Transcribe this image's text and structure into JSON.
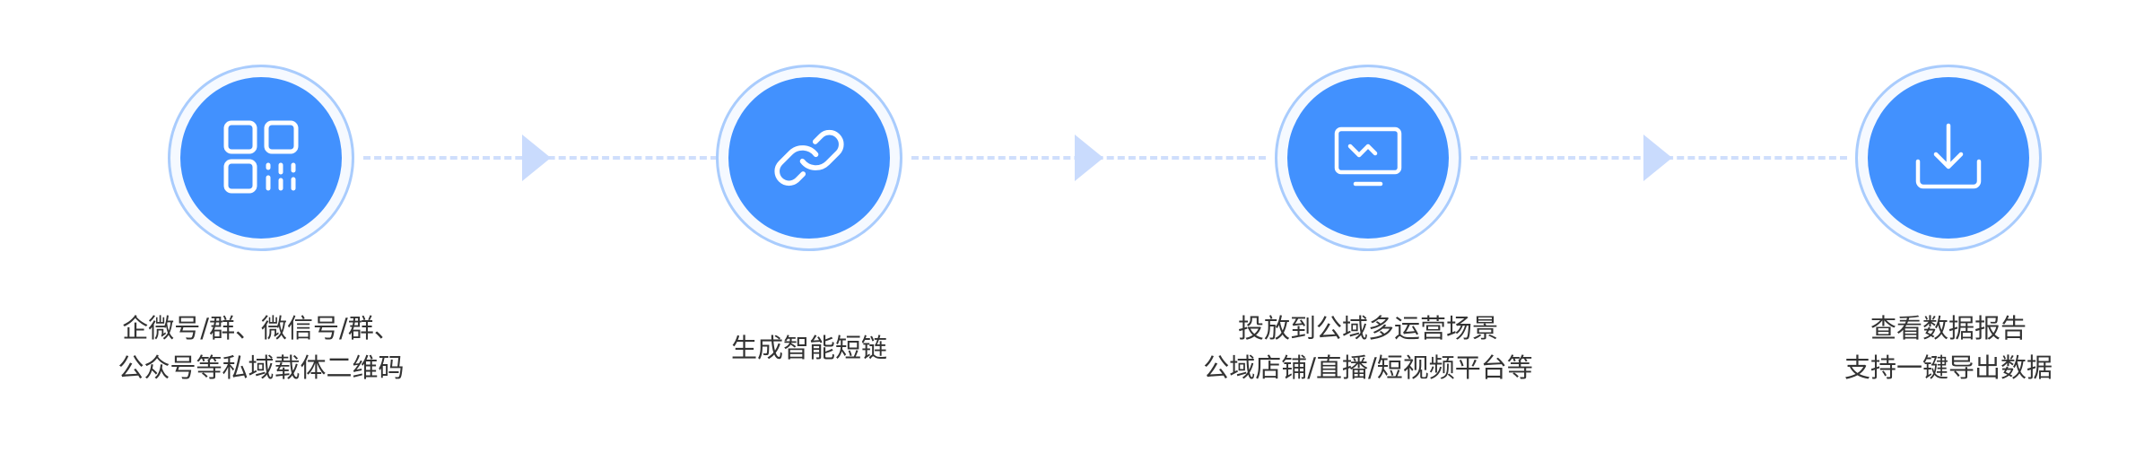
{
  "colors": {
    "accent": "#4291fe",
    "ring": "#a9ccfd",
    "connector": "#cfdefc"
  },
  "steps": [
    {
      "icon": "qr-code-icon",
      "lines": [
        "企微号/群、微信号/群、",
        "公众号等私域载体二维码"
      ]
    },
    {
      "icon": "link-icon",
      "lines": [
        "生成智能短链"
      ]
    },
    {
      "icon": "monitor-icon",
      "lines": [
        "投放到公域多运营场景",
        "公域店铺/直播/短视频平台等"
      ]
    },
    {
      "icon": "download-icon",
      "lines": [
        "查看数据报告",
        "支持一键导出数据"
      ]
    }
  ]
}
